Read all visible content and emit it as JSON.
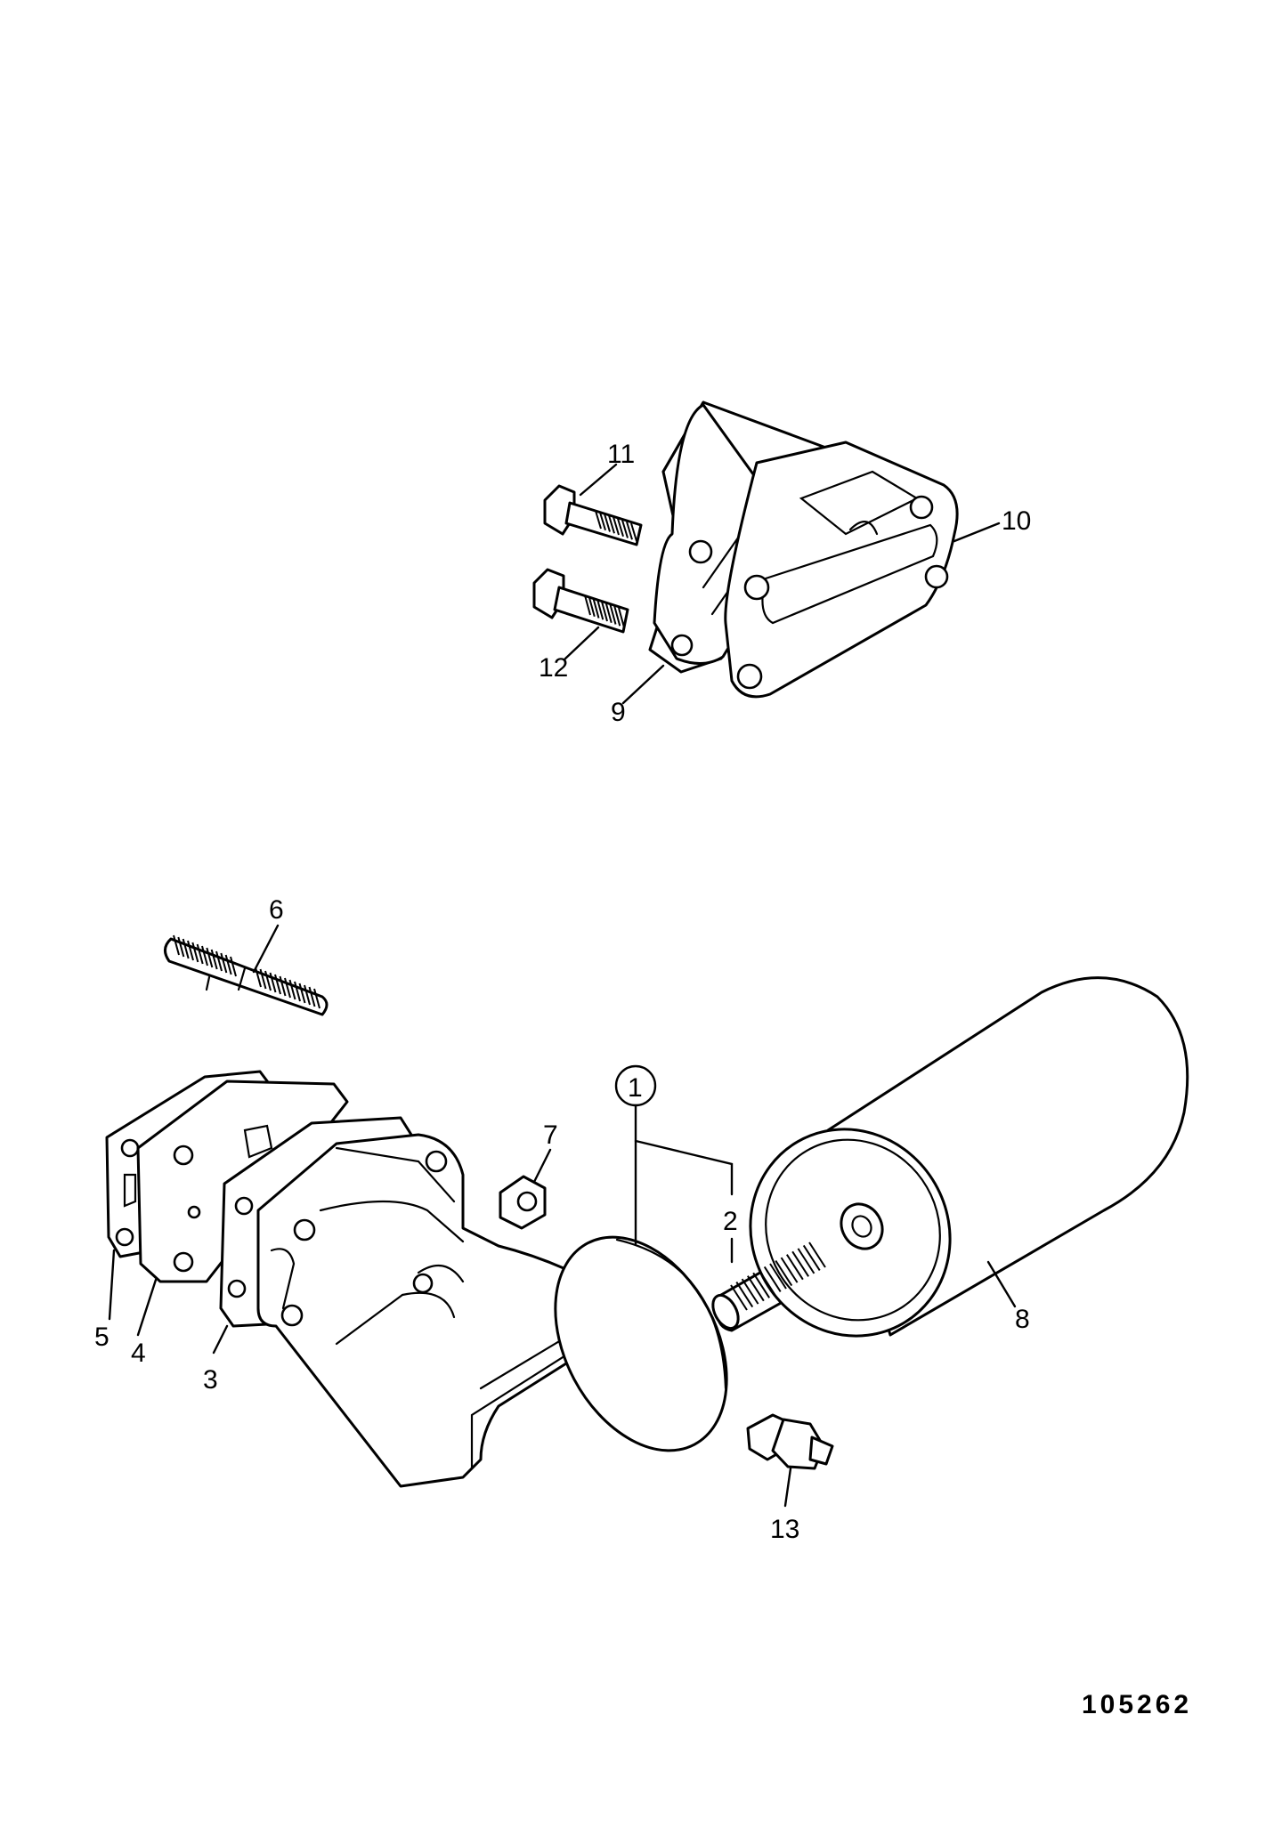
{
  "callouts": {
    "c1": "1",
    "c2": "2",
    "c3": "3",
    "c4": "4",
    "c5": "5",
    "c6": "6",
    "c7": "7",
    "c8": "8",
    "c9": "9",
    "c10": "10",
    "c11": "11",
    "c12": "12",
    "c13": "13"
  },
  "figure_reference": "105262"
}
